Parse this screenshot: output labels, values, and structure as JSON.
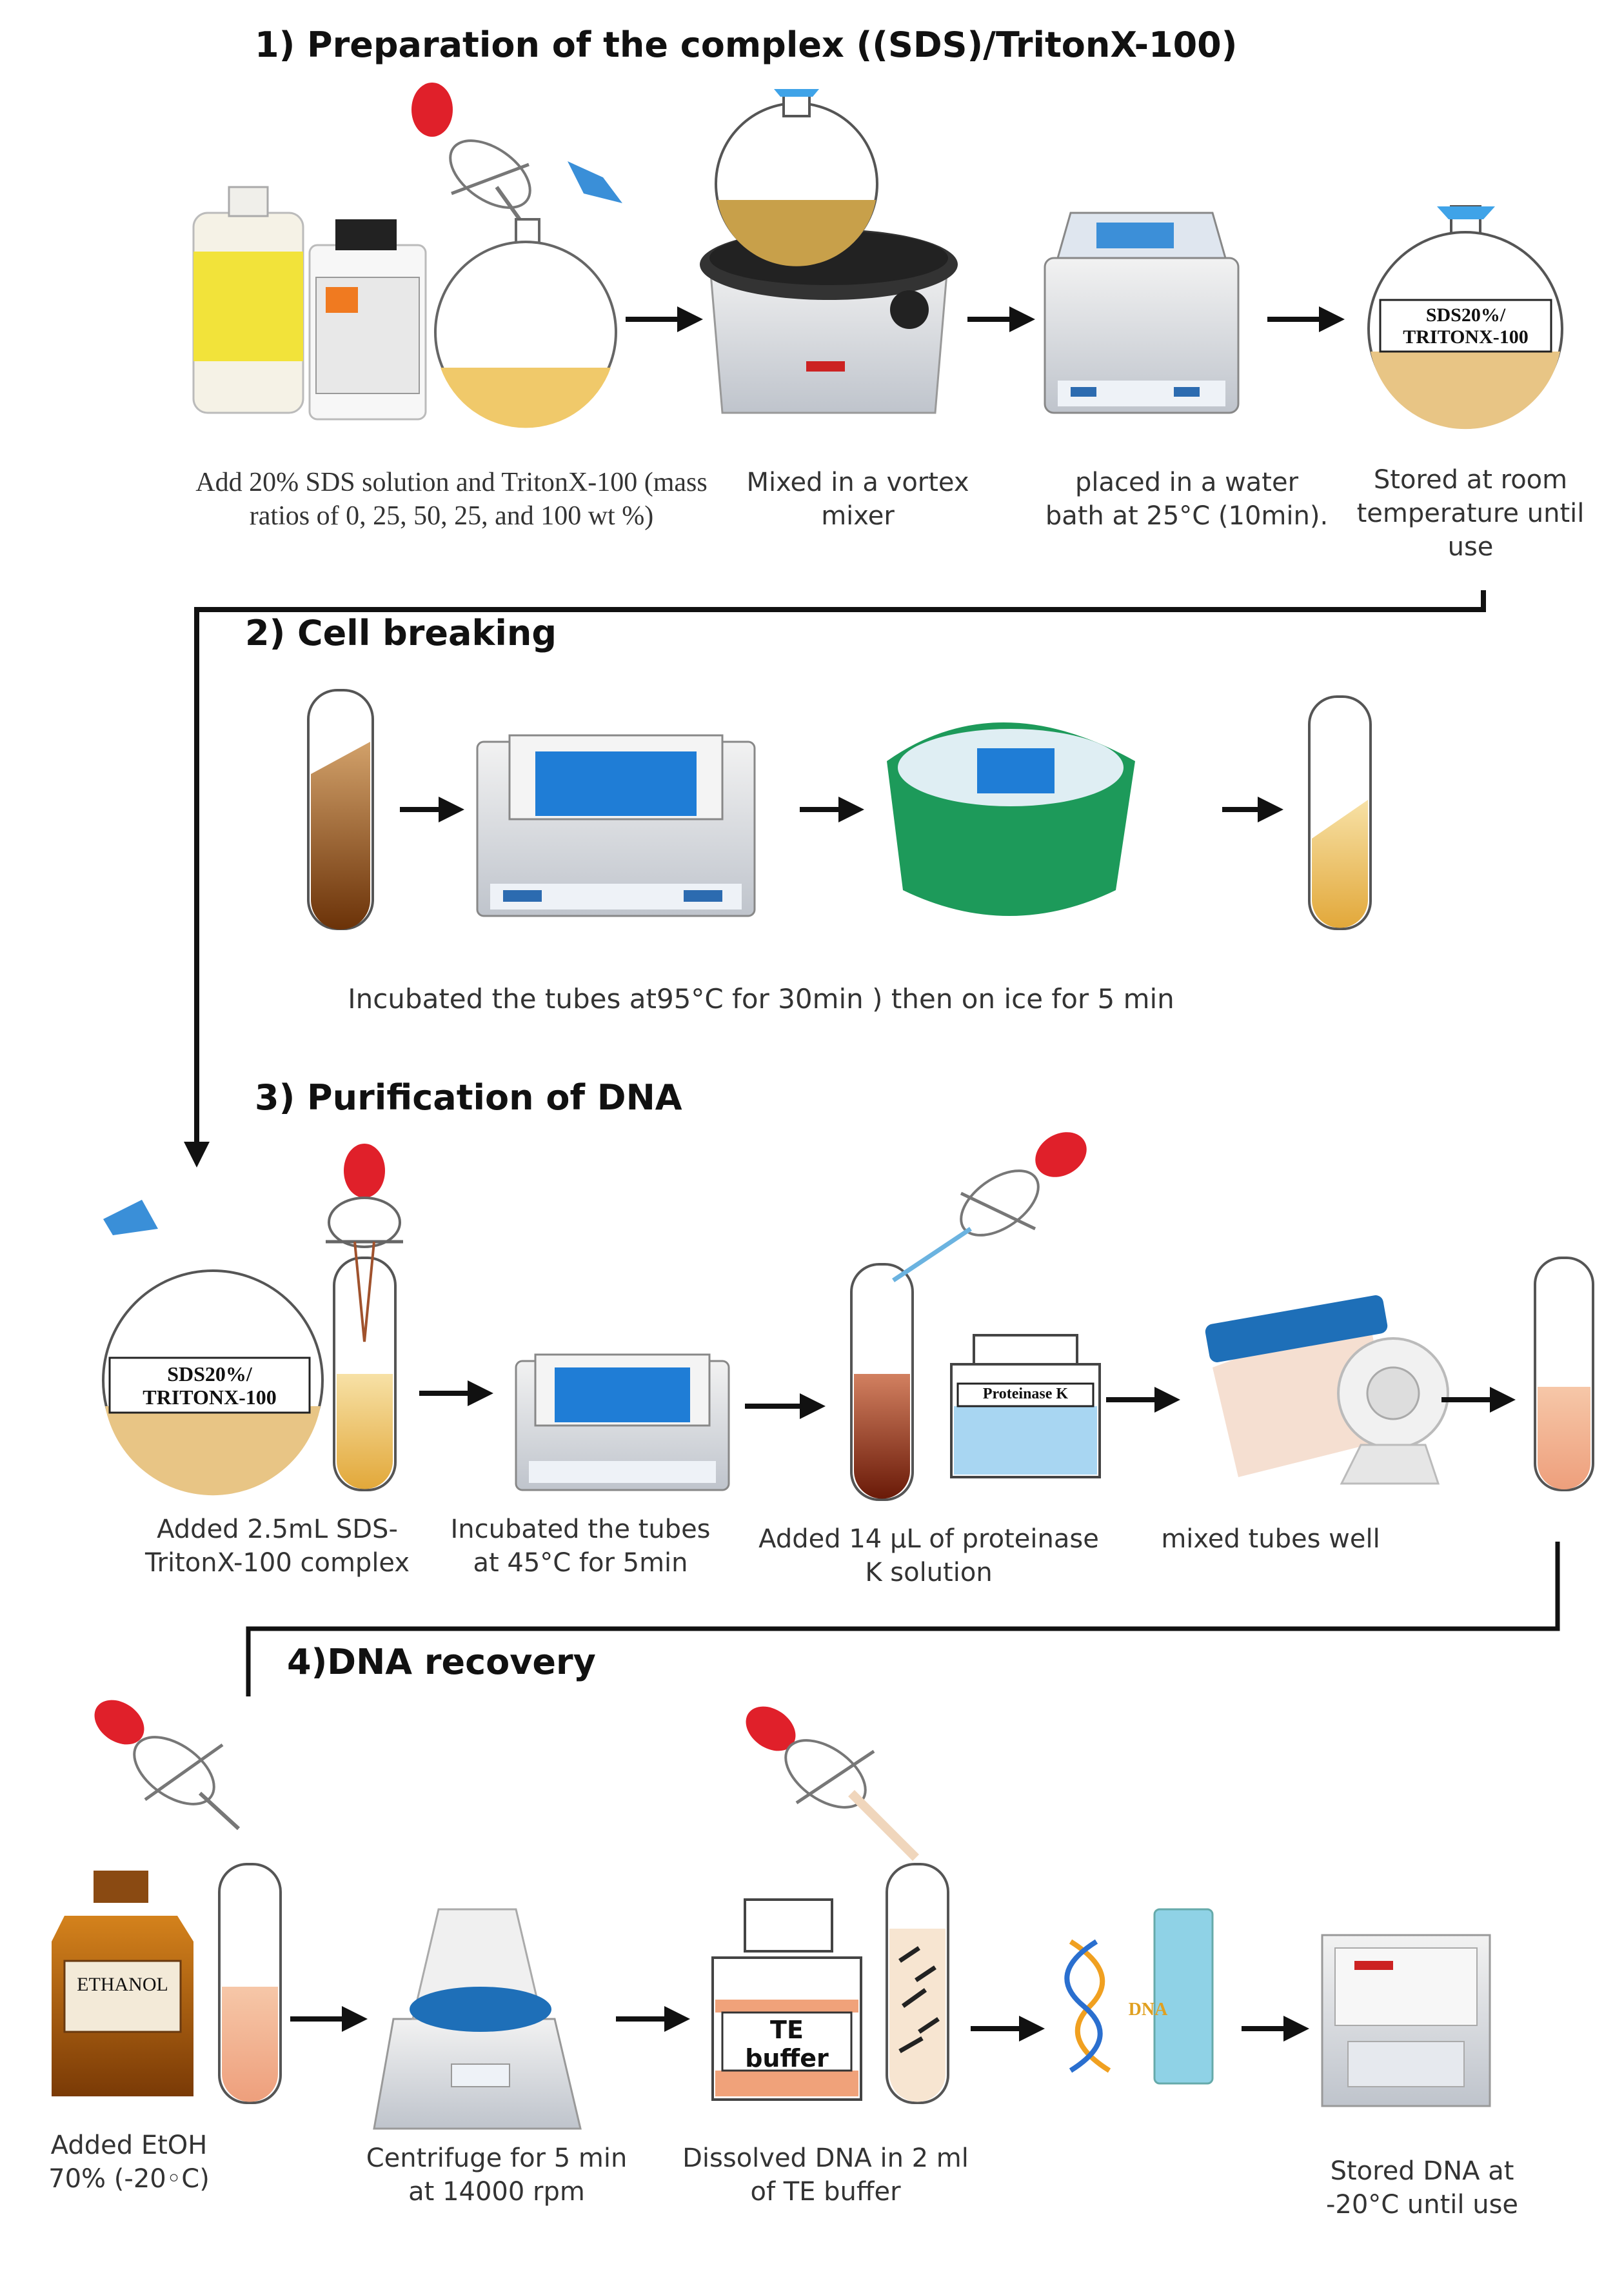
{
  "sections": {
    "s1": {
      "title": "1) Preparation of the complex ((SDS)/TritonX-100)"
    },
    "s2": {
      "title": "2) Cell breaking"
    },
    "s3": {
      "title": "3) Purification of DNA"
    },
    "s4": {
      "title": "4)DNA recovery"
    }
  },
  "captions": {
    "s1_add": "Add 20% SDS solution and TritonX-100 (mass ratios of 0, 25, 50, 25, and 100 wt %)",
    "s1_vortex": "Mixed in a vortex mixer",
    "s1_bath": "placed in a water bath at 25°C (10min).",
    "s1_store": "Stored at room temperature until use",
    "s2_incubate": "Incubated the tubes at95°C for 30min ) then on ice for 5 min",
    "s3_added": "Added 2.5mL SDS-TritonX-100 complex",
    "s3_incubate": "Incubated the tubes at 45°C for 5min",
    "s3_proteinase": "Added 14 µL of proteinase K solution",
    "s3_mixed": "mixed tubes well",
    "s4_etoh": "Added EtOH 70% (-20◦C)",
    "s4_centrifuge": "Centrifuge for 5 min at 14000 rpm",
    "s4_dissolve": "Dissolved DNA in 2 ml of TE buffer",
    "s4_store": "Stored DNA at -20°C until use"
  },
  "labels": {
    "flask_label_1": "SDS20%/",
    "flask_label_2": "TRITONX-100",
    "proteinase": "Proteinase K",
    "te_1": "TE",
    "te_2": "buffer",
    "ethanol": "ETHANOL",
    "dna": "DNA"
  },
  "colors": {
    "liquid": "#e2b04a",
    "dark_liquid": "#8a3a10",
    "pink": "#f3b08e",
    "blue": "#2d8fd4",
    "red_bulb": "#e0202a",
    "bowl": "#1d9a5a"
  }
}
